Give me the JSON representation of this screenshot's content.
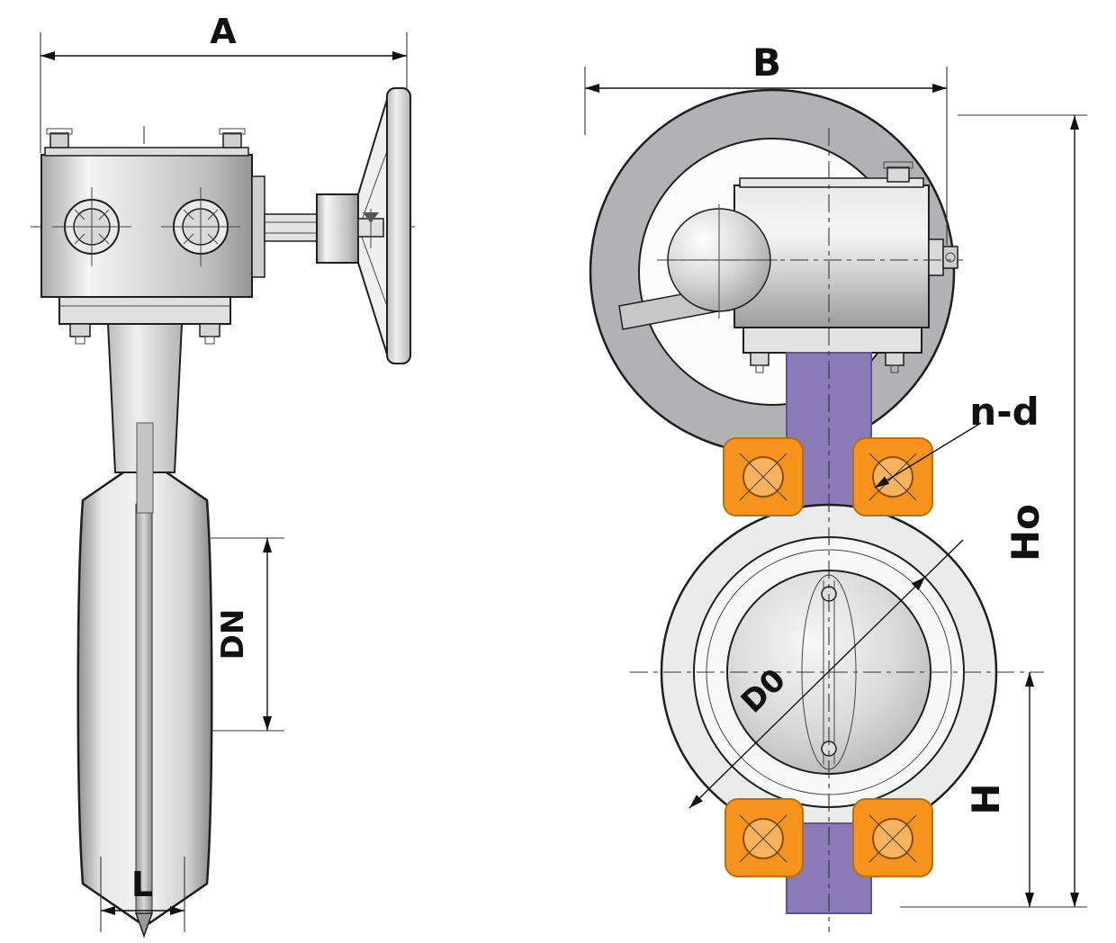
{
  "drawing": {
    "labels": {
      "dim_a": "A",
      "dim_b": "B",
      "dim_dn": "DN",
      "dim_l": "L",
      "dim_nd": "n-d",
      "dim_ho": "Ho",
      "dim_h": "H",
      "dim_d0": "D0"
    },
    "colors": {
      "line": "#1a1a1a",
      "lug_orange": "#f6921e",
      "neck_purple": "#8a7ab8",
      "wheel_gray": "#b2b2b6",
      "flange_gray": "#ebebeb"
    }
  }
}
